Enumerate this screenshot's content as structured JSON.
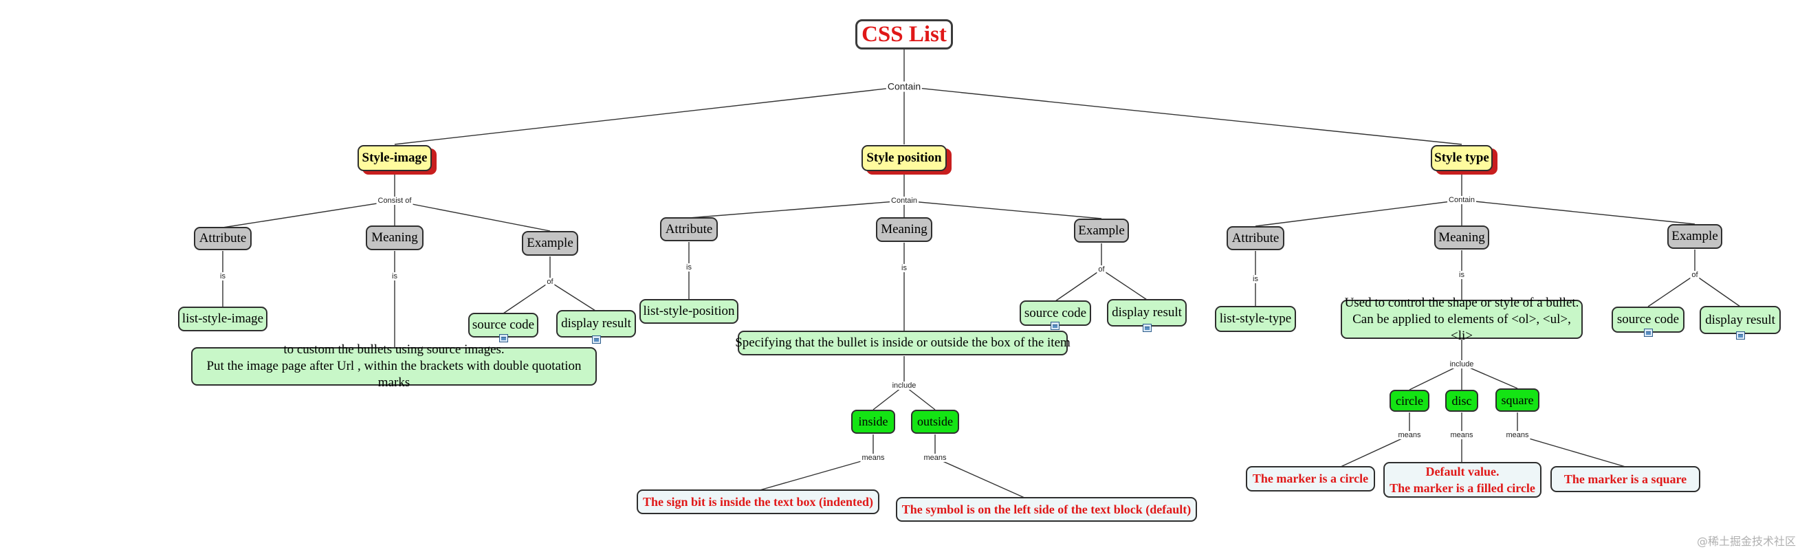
{
  "root": {
    "title": "CSS List",
    "contain_label": "Contain"
  },
  "image_branch": {
    "title": "Style-image",
    "relation_label": "Consist of",
    "attribute": {
      "label": "Attribute",
      "is_label": "is",
      "value": "list-style-image"
    },
    "meaning": {
      "label": "Meaning",
      "is_label": "is",
      "line1": "to custom the bullets using source images.",
      "line2": "Put the image page after Url , within the brackets with double quotation marks"
    },
    "example": {
      "label": "Example",
      "of_label": "of",
      "source": "source code",
      "result": "display result"
    }
  },
  "position_branch": {
    "title": "Style position",
    "relation_label": "Contain",
    "attribute": {
      "label": "Attribute",
      "is_label": "is",
      "value": "list-style-position"
    },
    "meaning": {
      "label": "Meaning",
      "is_label": "is",
      "text": "Specifying that the bullet is inside or outside the box of the item",
      "include_label": "include"
    },
    "example": {
      "label": "Example",
      "of_label": "of",
      "source": "source code",
      "result": "display result"
    },
    "options": {
      "inside": {
        "label": "inside",
        "means_label": "means",
        "desc": "The sign bit is inside the text box (indented)"
      },
      "outside": {
        "label": "outside",
        "means_label": "means",
        "desc": "The symbol is on the left side of the text block (default)"
      }
    }
  },
  "type_branch": {
    "title": "Style type",
    "relation_label": "Contain",
    "attribute": {
      "label": "Attribute",
      "is_label": "is",
      "value": "list-style-type"
    },
    "meaning": {
      "label": "Meaning",
      "is_label": "is",
      "line1": "Used to control the shape or style of a bullet.",
      "line2": "Can be applied to elements of <ol>, <ul>, <li>",
      "include_label": "include"
    },
    "example": {
      "label": "Example",
      "of_label": "of",
      "source": "source code",
      "result": "display result"
    },
    "options": {
      "circle": {
        "label": "circle",
        "means_label": "means",
        "desc": "The marker is a circle"
      },
      "disc": {
        "label": "disc",
        "means_label": "means",
        "desc_line1": "Default value.",
        "desc_line2": "The marker is a filled circle"
      },
      "square": {
        "label": "square",
        "means_label": "means",
        "desc": "The marker is a square"
      }
    }
  },
  "watermark": "@稀土掘金技术社区",
  "colors": {
    "title_red": "#e01818",
    "category_fill": "#fffb9e",
    "category_shadow": "#c81e1e",
    "sub_fill": "#c4c4c4",
    "value_fill": "#c8f7c8",
    "option_fill": "#14e414",
    "note_fill": "#eef6f8"
  },
  "icons": [
    "image-icon"
  ]
}
